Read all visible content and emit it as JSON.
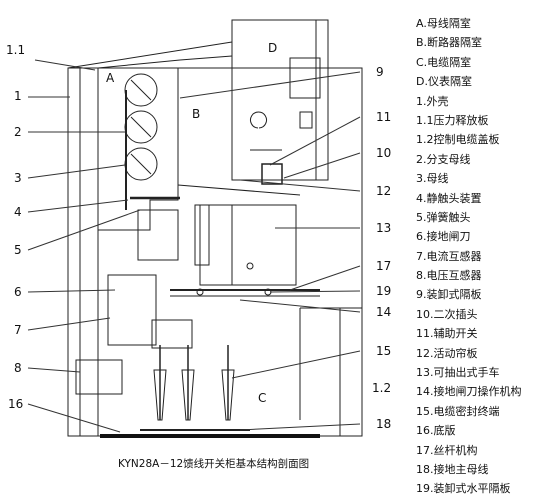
{
  "figure": {
    "caption": "KYN28A－12馈线开关柜基本结构剖面图",
    "compartment_labels": {
      "A": "A",
      "B": "B",
      "C": "C",
      "D": "D"
    },
    "left_callouts": [
      "1.1",
      "1",
      "2",
      "3",
      "4",
      "5",
      "6",
      "7",
      "8",
      "16"
    ],
    "right_callouts": [
      "9",
      "11",
      "10",
      "12",
      "13",
      "17",
      "19",
      "14",
      "15",
      "1.2",
      "18"
    ],
    "legend": [
      "A.母线隔室",
      "B.断路器隔室",
      "C.电缆隔室",
      "D.仪表隔室",
      "1.外壳",
      "1.1压力释放板",
      "1.2控制电缆盖板",
      "2.分支母线",
      "3.母线",
      "4.静触头装置",
      "5.弹簧触头",
      "6.接地闸刀",
      "7.电流互感器",
      "8.电压互感器",
      "9.装卸式隔板",
      "10.二次插头",
      "11.辅助开关",
      "12.活动帘板",
      "13.可抽出式手车",
      "14.接地闸刀操作机构",
      "15.电缆密封终端",
      "16.底版",
      "17.丝杆机构",
      "18.接地主母线",
      "19.装卸式水平隔板"
    ]
  }
}
